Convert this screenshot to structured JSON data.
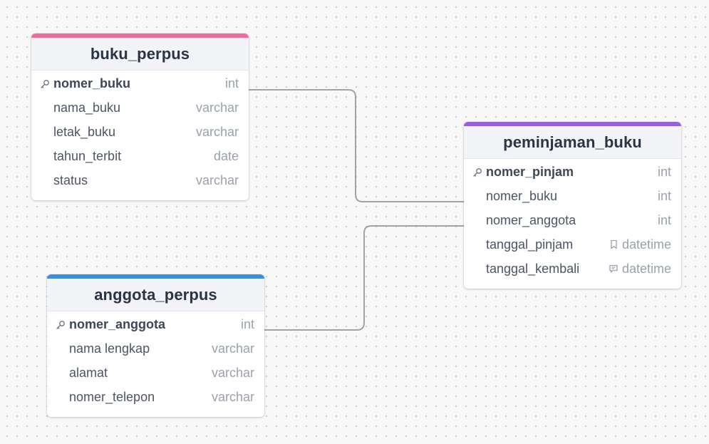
{
  "tables": [
    {
      "name": "buku_perpus",
      "accent": "#f06b9a",
      "fields": [
        {
          "name": "nomer_buku",
          "type": "int",
          "pk": true,
          "note_icon": null
        },
        {
          "name": "nama_buku",
          "type": "varchar",
          "pk": false,
          "note_icon": null
        },
        {
          "name": "letak_buku",
          "type": "varchar",
          "pk": false,
          "note_icon": null
        },
        {
          "name": "tahun_terbit",
          "type": "date",
          "pk": false,
          "note_icon": null
        },
        {
          "name": "status",
          "type": "varchar",
          "pk": false,
          "note_icon": null
        }
      ]
    },
    {
      "name": "anggota_perpus",
      "accent": "#3a8fdc",
      "fields": [
        {
          "name": "nomer_anggota",
          "type": "int",
          "pk": true,
          "note_icon": null
        },
        {
          "name": "nama lengkap",
          "type": "varchar",
          "pk": false,
          "note_icon": null
        },
        {
          "name": "alamat",
          "type": "varchar",
          "pk": false,
          "note_icon": null
        },
        {
          "name": "nomer_telepon",
          "type": "varchar",
          "pk": false,
          "note_icon": null
        }
      ]
    },
    {
      "name": "peminjaman_buku",
      "accent": "#9b5de5",
      "fields": [
        {
          "name": "nomer_pinjam",
          "type": "int",
          "pk": true,
          "note_icon": null
        },
        {
          "name": "nomer_buku",
          "type": "int",
          "pk": false,
          "note_icon": null
        },
        {
          "name": "nomer_anggota",
          "type": "int",
          "pk": false,
          "note_icon": null
        },
        {
          "name": "tanggal_pinjam",
          "type": "datetime",
          "pk": false,
          "note_icon": "bookmark-icon"
        },
        {
          "name": "tanggal_kembali",
          "type": "datetime",
          "pk": false,
          "note_icon": "comment-icon"
        }
      ]
    }
  ],
  "relationships": [
    {
      "from_table": "buku_perpus",
      "from_field": "nomer_buku",
      "to_table": "peminjaman_buku",
      "to_field": "nomer_buku"
    },
    {
      "from_table": "anggota_perpus",
      "from_field": "nomer_anggota",
      "to_table": "peminjaman_buku",
      "to_field": "nomer_anggota"
    }
  ],
  "colors": {
    "connector": "#a3a3a3",
    "header_bg": "#f2f4f8",
    "canvas_dots": "#c4c7cc"
  }
}
